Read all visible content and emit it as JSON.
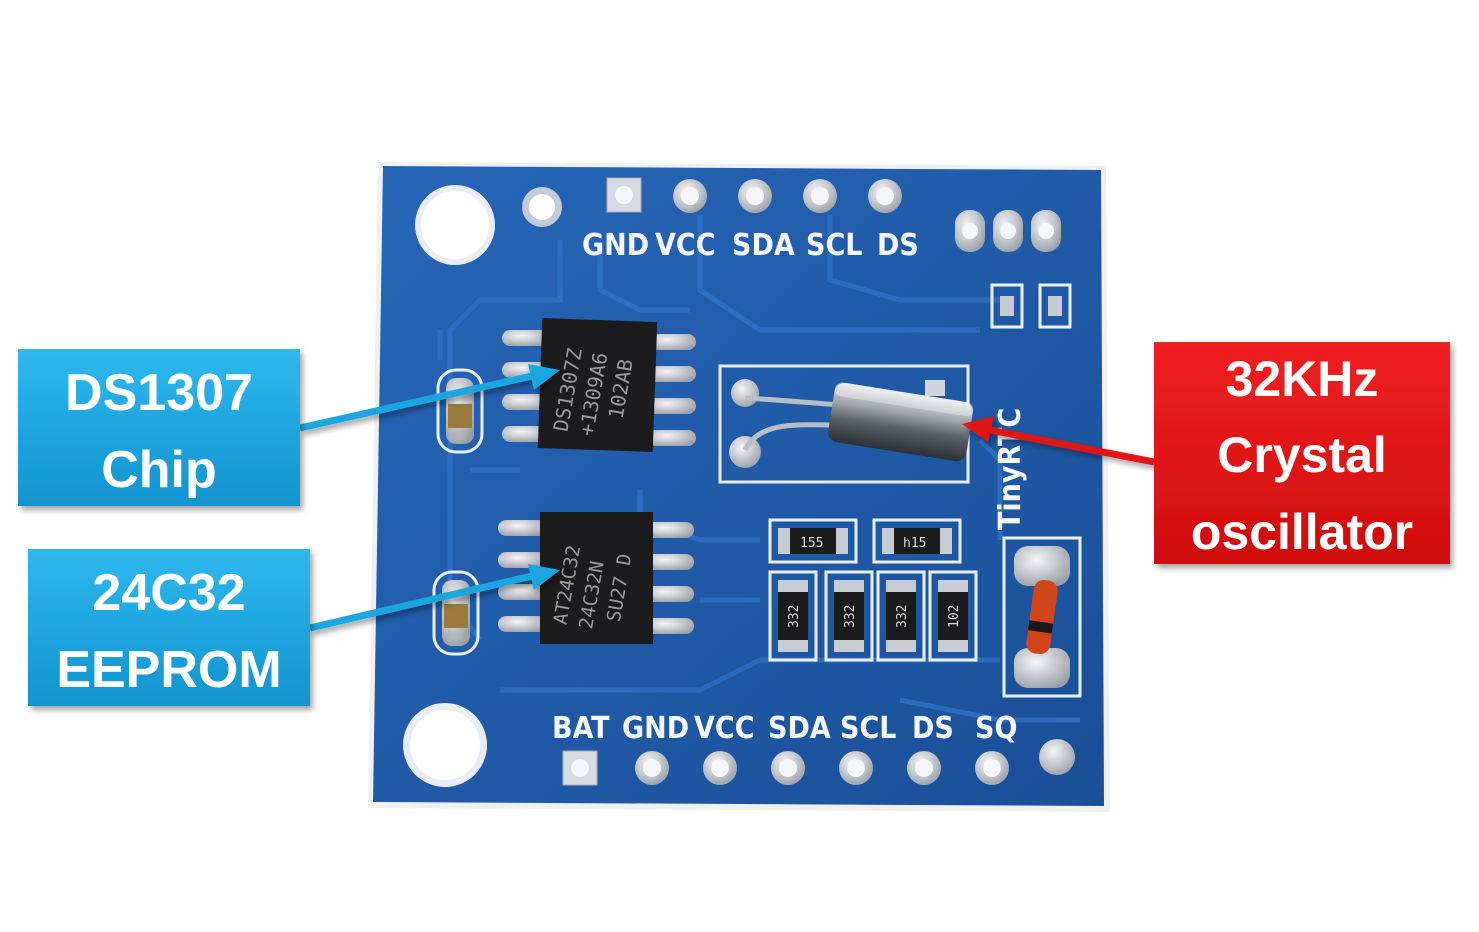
{
  "board": {
    "top_pin_labels": [
      "GND",
      "VCC",
      "SDA",
      "SCL",
      "DS"
    ],
    "bottom_pin_labels": [
      "BAT",
      "GND",
      "VCC",
      "SDA",
      "SCL",
      "DS",
      "SQ"
    ],
    "board_label": "TinyRTC"
  },
  "chips": {
    "rtc_marking": [
      "DS1307Z",
      "+1309A6",
      "102AB"
    ],
    "eeprom_marking": [
      "AT24C32",
      "24C32N",
      "SU27 D"
    ]
  },
  "resistors": {
    "top_row": [
      "155",
      "h15"
    ],
    "bottom_row": [
      "332",
      "332",
      "332",
      "102"
    ]
  },
  "callouts": {
    "rtc_line1": "DS1307",
    "rtc_line2": "Chip",
    "eeprom_line1": "24C32",
    "eeprom_line2": "EEPROM",
    "crystal_line1": "32KHz",
    "crystal_line2": "Crystal",
    "crystal_line3": "oscillator"
  },
  "colors": {
    "board": "#1f5aa8",
    "board_dark": "#174a8f",
    "trace": "#2c6bc0",
    "blue_callout": "#1aa6e0",
    "red_callout": "#e01515",
    "pad_metal": "#c9ccd2"
  }
}
